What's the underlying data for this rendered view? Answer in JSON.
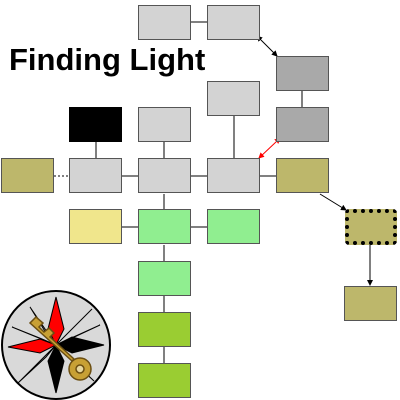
{
  "title": "Finding Light",
  "colors": {
    "gray_room": "#d3d3d3",
    "dark_gray_room": "#a9a9a9",
    "black_room": "#000000",
    "olive_room": "#bdb76b",
    "khaki_room": "#f0e68c",
    "light_green_room": "#90ee90",
    "yellow_green_room": "#9acd32",
    "red_connector": "#ff0000"
  },
  "map": {
    "rooms": [
      {
        "id": "r-top-left",
        "color": "gray"
      },
      {
        "id": "r-top-right",
        "color": "gray"
      },
      {
        "id": "r-upper-east",
        "color": "darkgray"
      },
      {
        "id": "r-mid-east",
        "color": "darkgray"
      },
      {
        "id": "r-black",
        "color": "black"
      },
      {
        "id": "r-upper-center",
        "color": "gray"
      },
      {
        "id": "r-upper-right",
        "color": "gray"
      },
      {
        "id": "r-far-west",
        "color": "olive"
      },
      {
        "id": "r-west",
        "color": "gray"
      },
      {
        "id": "r-center",
        "color": "gray"
      },
      {
        "id": "r-east",
        "color": "gray"
      },
      {
        "id": "r-far-east",
        "color": "olive"
      },
      {
        "id": "r-khaki",
        "color": "khaki"
      },
      {
        "id": "r-green-center",
        "color": "lightgreen"
      },
      {
        "id": "r-green-east",
        "color": "lightgreen"
      },
      {
        "id": "r-current",
        "color": "olive",
        "current": true
      },
      {
        "id": "r-green-south",
        "color": "lightgreen"
      },
      {
        "id": "r-exit-olive",
        "color": "olive"
      },
      {
        "id": "r-yg-1",
        "color": "yellowgreen"
      },
      {
        "id": "r-yg-2",
        "color": "yellowgreen"
      }
    ],
    "connections": [
      {
        "from": "r-top-left",
        "to": "r-top-right",
        "kind": "line"
      },
      {
        "from": "r-top-right",
        "to": "r-upper-east",
        "kind": "two-way"
      },
      {
        "from": "r-upper-east",
        "to": "r-mid-east",
        "kind": "line"
      },
      {
        "from": "r-mid-east",
        "to": "r-east",
        "kind": "two-way-red"
      },
      {
        "from": "r-black",
        "to": "r-west",
        "kind": "line"
      },
      {
        "from": "r-upper-center",
        "to": "r-center",
        "kind": "line"
      },
      {
        "from": "r-upper-right",
        "to": "r-east",
        "kind": "line"
      },
      {
        "from": "r-far-west",
        "to": "r-west",
        "kind": "dotted"
      },
      {
        "from": "r-west",
        "to": "r-center",
        "kind": "line"
      },
      {
        "from": "r-center",
        "to": "r-east",
        "kind": "line"
      },
      {
        "from": "r-east",
        "to": "r-far-east",
        "kind": "line"
      },
      {
        "from": "r-far-east",
        "to": "r-current",
        "kind": "one-way"
      },
      {
        "from": "r-current",
        "to": "r-exit-olive",
        "kind": "one-way"
      },
      {
        "from": "r-khaki",
        "to": "r-green-center",
        "kind": "line"
      },
      {
        "from": "r-center",
        "to": "r-green-center",
        "kind": "line"
      },
      {
        "from": "r-green-center",
        "to": "r-green-east",
        "kind": "line"
      },
      {
        "from": "r-green-center",
        "to": "r-green-south",
        "kind": "line"
      },
      {
        "from": "r-green-south",
        "to": "r-yg-1",
        "kind": "line"
      },
      {
        "from": "r-yg-1",
        "to": "r-yg-2",
        "kind": "line"
      }
    ]
  },
  "emblem": {
    "icon": "compass-key-icon",
    "key_color": "#c8a034",
    "star_red": "#ff0000",
    "star_black": "#000000",
    "star_gray": "#a9a9a9"
  }
}
